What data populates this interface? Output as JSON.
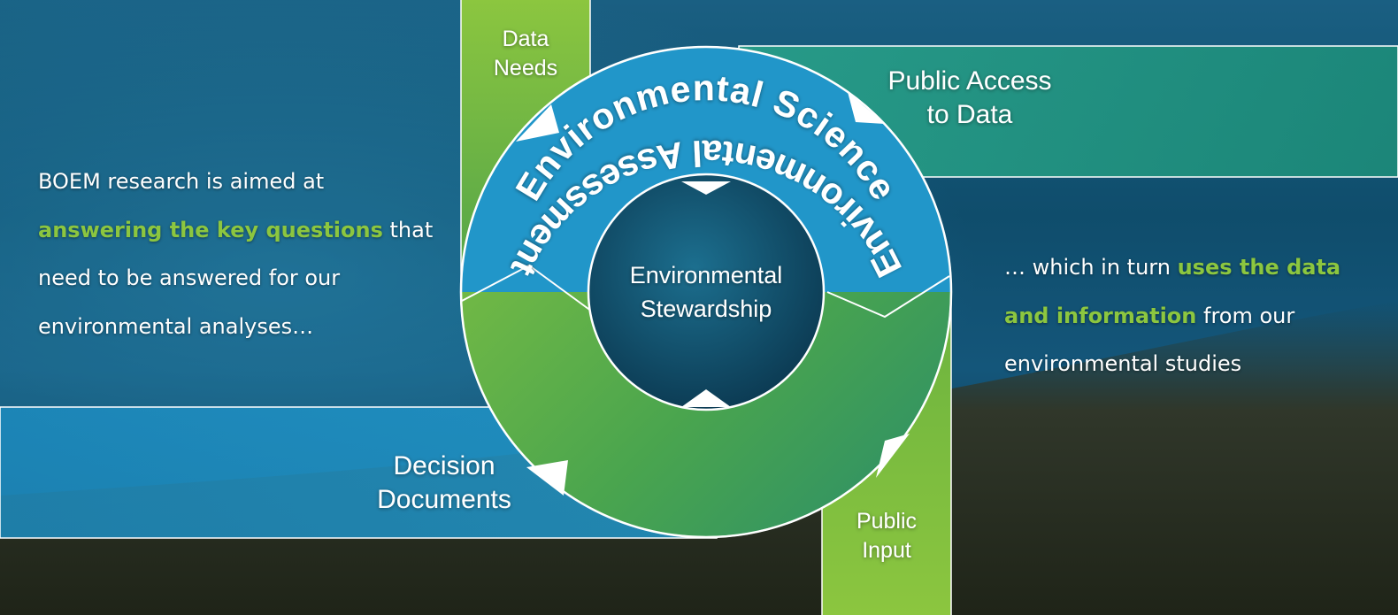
{
  "left_text": {
    "part1": "BOEM research is aimed at ",
    "highlight": "answering the key questions",
    "part2": " that need to be answered for our environmental analyses…"
  },
  "right_text": {
    "part1": "… which in turn ",
    "highlight": "uses the data and information",
    "part2": " from our environmental studies"
  },
  "ring": {
    "top_label": "Environmental Science",
    "bottom_label": "Environmental Assessment",
    "center_line1": "Environmental",
    "center_line2": "Stewardship"
  },
  "tabs": {
    "data_needs": [
      "Data",
      "Needs"
    ],
    "public_access": [
      "Public Access",
      "to Data"
    ],
    "decision_documents": [
      "Decision",
      "Documents"
    ],
    "public_input": [
      "Public",
      "Input"
    ]
  },
  "colors": {
    "blue": "#2196c9",
    "green": "#8cc63f",
    "teal": "#2a9d7a",
    "deep_sea": "#0f4a68",
    "seabed": "#2d3322"
  }
}
